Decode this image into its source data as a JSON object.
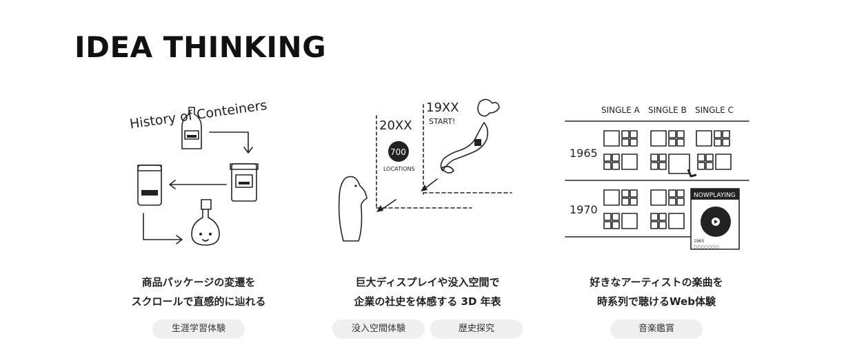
{
  "section": {
    "title": "IDEA THINKING"
  },
  "cards": [
    {
      "illus_text": {
        "title": "History of Conteiners"
      },
      "desc_lines": [
        "商品パッケージの変遷を",
        "スクロールで直感的に辿れる"
      ],
      "tags": [
        "生涯学習体験"
      ]
    },
    {
      "illus_text": {
        "year_future": "20XX",
        "year_start": "19XX",
        "start_label": "START!",
        "count": "700",
        "count_label": "LOCATIONS"
      },
      "desc_lines": [
        "巨大ディスプレイや没入空間で",
        "企業の社史を体感する 3D 年表"
      ],
      "tags": [
        "没入空間体験",
        "歴史探究"
      ]
    },
    {
      "illus_text": {
        "col_a": "SINGLE A",
        "col_b": "SINGLE B",
        "col_c": "SINGLE C",
        "year_1": "1965",
        "year_2": "1970",
        "now_playing": "NOWPLAYING",
        "np_year": "1965",
        "np_meta": "○○○○○○○"
      },
      "desc_lines": [
        "好きなアーティストの楽曲を",
        "時系列で聴けるWeb体験"
      ],
      "tags": [
        "音楽鑑賞"
      ]
    }
  ]
}
